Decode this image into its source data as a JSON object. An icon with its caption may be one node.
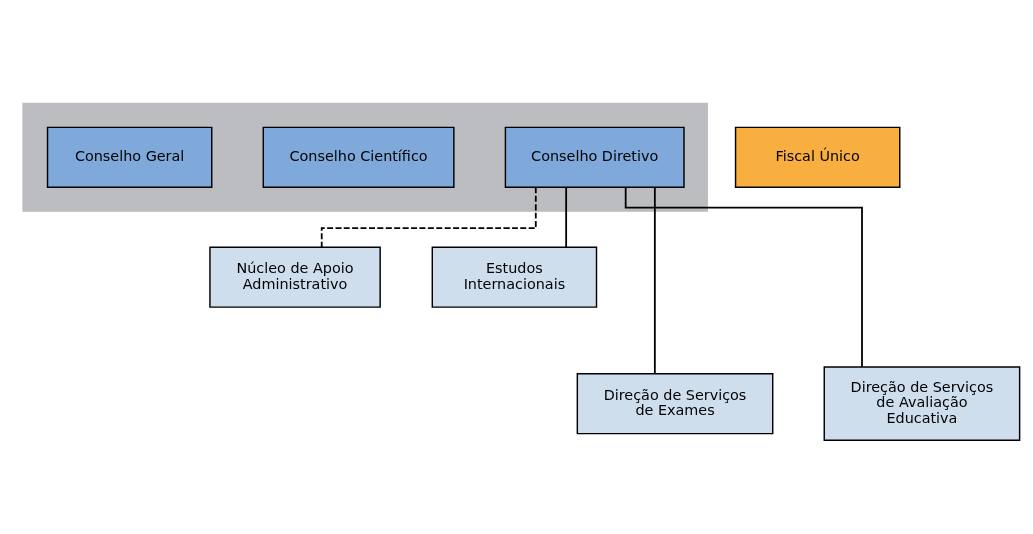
{
  "diagram": {
    "nodes": [
      {
        "text": [],
        "shape": "box"
      },
      {
        "text": [
          "Conselho Geral"
        ],
        "in": 0
      },
      {
        "text": [
          "Conselho Científico"
        ],
        "in": 0
      },
      {
        "text": [
          "Conselho Diretivo"
        ],
        "in": 0
      },
      {
        "text": [
          "Fiscal Único"
        ]
      },
      {
        "text": [
          "Núcleo de Apoio Administrativo"
        ]
      },
      {
        "text": [
          "Estudos Internacionais"
        ]
      },
      {
        "text": [
          "Direção de Serviços de Exames"
        ]
      },
      {
        "text": [
          "Direção de Serviços de Avaliação Educativa"
        ]
      }
    ],
    "edges": [
      {
        "from": 3,
        "to": 5,
        "arrow": "none",
        "style": "dashed"
      },
      {
        "from": 3,
        "to": 6,
        "arrow": "none"
      },
      {
        "from": 3,
        "to": 7,
        "arrow": "none"
      },
      {
        "from": 3,
        "to": 8,
        "arrow": "none"
      }
    ]
  }
}
